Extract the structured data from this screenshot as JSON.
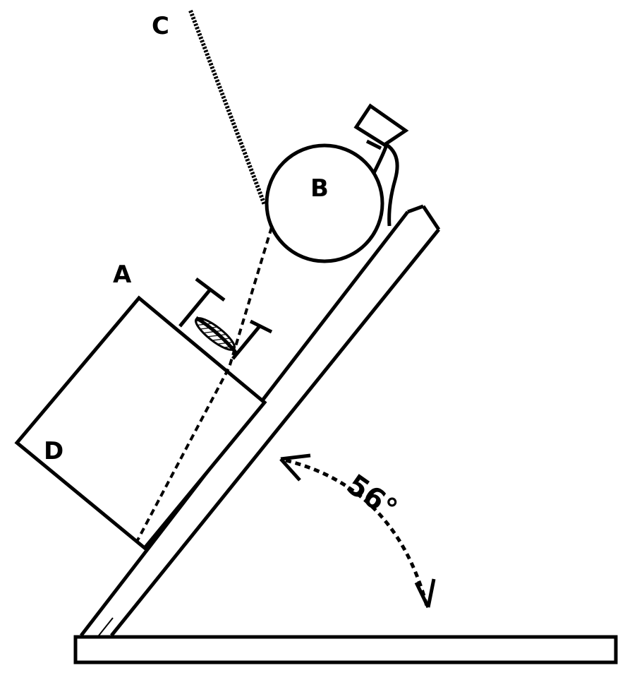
{
  "labels": {
    "a": "A",
    "b": "B",
    "c": "C",
    "d": "D",
    "angle": "56°"
  },
  "angle_degrees": 56,
  "colors": {
    "ink": "#000000",
    "background": "#ffffff"
  }
}
